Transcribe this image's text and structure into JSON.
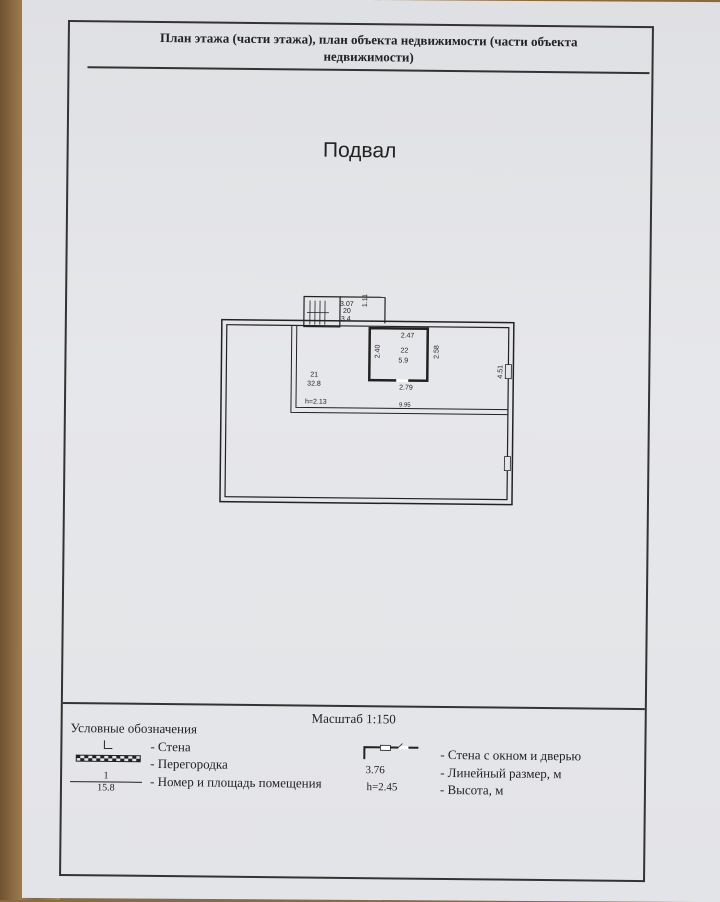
{
  "header": {
    "title_line1": "План этажа (части этажа), план объекта недвижимости (части объекта",
    "title_line2": "недвижимости)"
  },
  "sheet_title": "Подвал",
  "plan": {
    "rooms": [
      {
        "number": "20",
        "area": "3.4"
      },
      {
        "number": "21",
        "area": "32.8"
      },
      {
        "number": "22",
        "area": "5.9"
      }
    ],
    "dimensions": {
      "d_307": "3.07",
      "d_111": "1.11",
      "d_247": "2.47",
      "d_240": "2.40",
      "d_258": "2.58",
      "d_279": "2.79",
      "d_451": "4.51",
      "d_995": "9.95"
    },
    "height": "h=2.13"
  },
  "legend": {
    "scale": "Масштаб 1:150",
    "title": "Условные обозначения",
    "items": [
      {
        "label": "- Стена"
      },
      {
        "label": "- Перегородка"
      },
      {
        "label": "- Номер и площадь помещения",
        "sym_top": "1",
        "sym_bottom": "15.8"
      },
      {
        "label": "- Стена с окном и дверью"
      },
      {
        "label": "- Линейный размер, м",
        "sym": "3.76"
      },
      {
        "label": "- Высота, м",
        "sym": "h=2.45"
      }
    ]
  }
}
